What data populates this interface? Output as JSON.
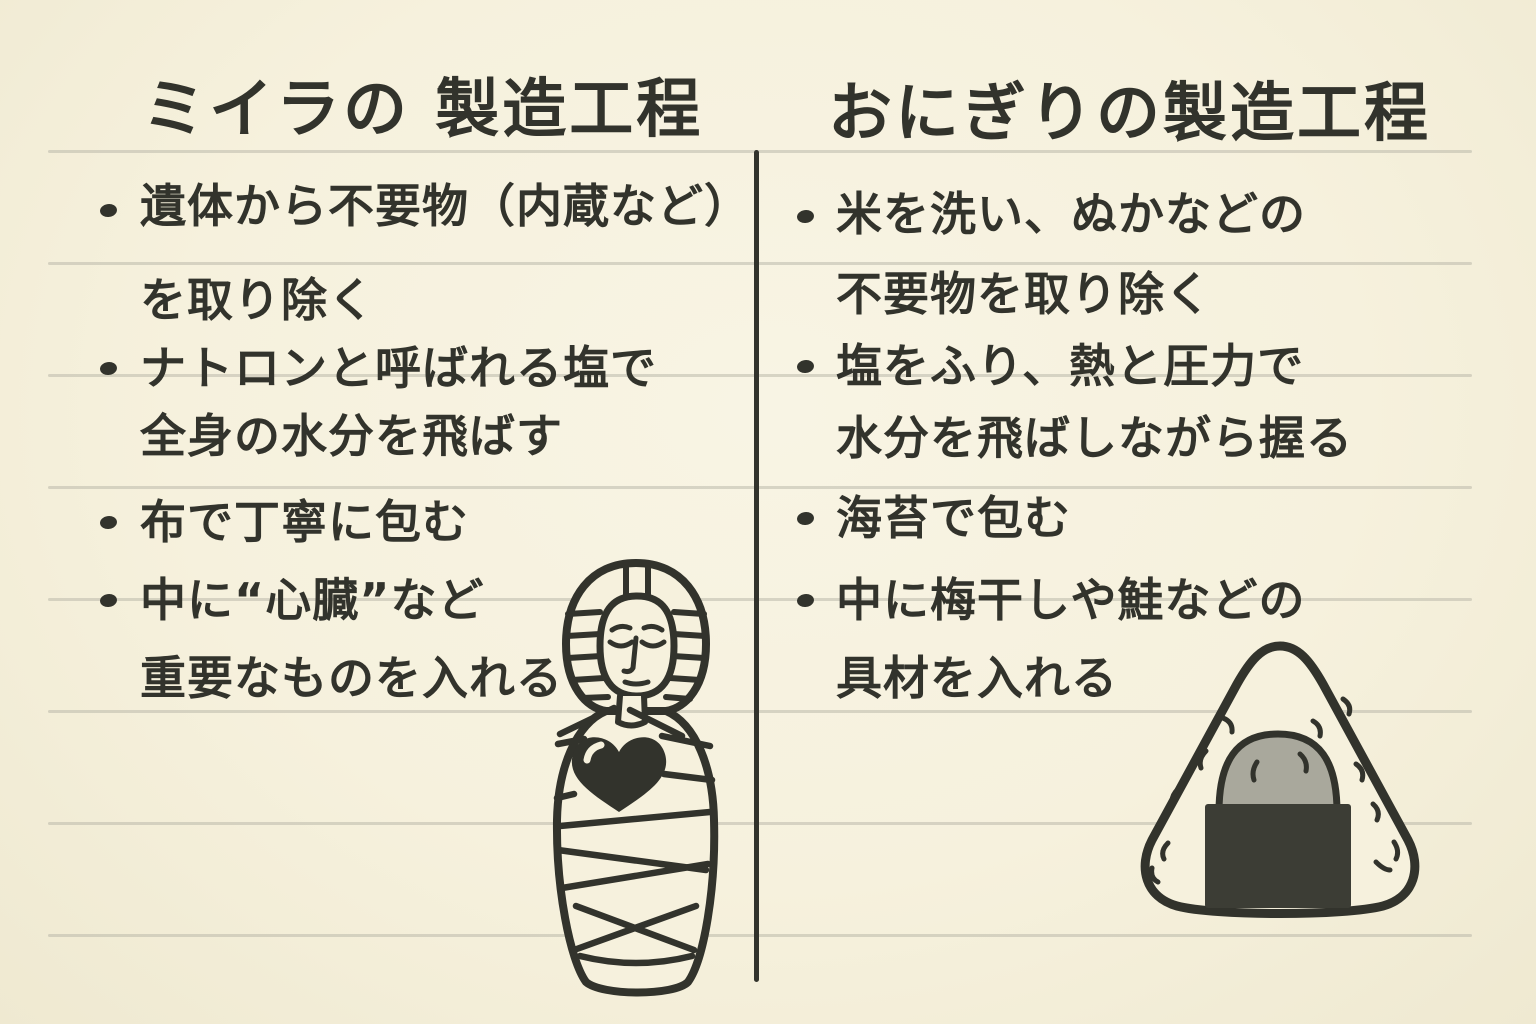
{
  "colors": {
    "paper": "#f6f1dd",
    "ink": "#32332c",
    "rule": "#b6b4a6",
    "nori": "#3c3d35",
    "filling": "#a9a89c"
  },
  "left_column": {
    "title": "ミイラの 製造工程",
    "illustration": "mummy",
    "items": [
      {
        "lines": [
          "遺体から不要物（内蔵など）",
          "を取り除く"
        ]
      },
      {
        "lines": [
          "ナトロンと呼ばれる塩で",
          "全身の水分を飛ばす"
        ]
      },
      {
        "lines": [
          "布で丁寧に包む"
        ]
      },
      {
        "lines": [
          "中に“心臓”など",
          "重要なものを入れる"
        ]
      }
    ]
  },
  "right_column": {
    "title": "おにぎりの製造工程",
    "illustration": "onigiri",
    "items": [
      {
        "lines": [
          "米を洗い、ぬかなどの",
          "不要物を取り除く"
        ]
      },
      {
        "lines": [
          "塩をふり、熱と圧力で",
          "水分を飛ばしながら握る"
        ]
      },
      {
        "lines": [
          "海苔で包む"
        ]
      },
      {
        "lines": [
          "中に梅干しや鮭などの",
          "具材を入れる"
        ]
      }
    ]
  }
}
